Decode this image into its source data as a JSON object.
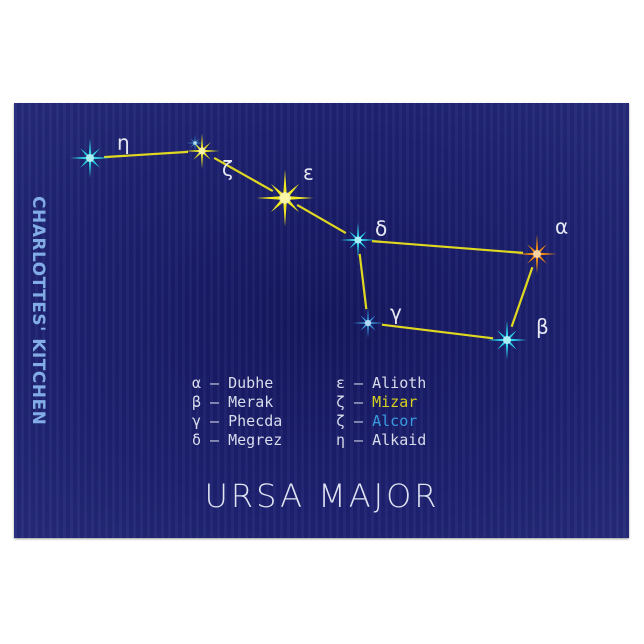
{
  "side_text": "CHARLOTTES' KITCHEN",
  "title": "URSA MAJOR",
  "stars": [
    {
      "greek": "η",
      "name": "Alkaid",
      "color": "#2ad4dc"
    },
    {
      "greek": "ζ",
      "name": "Mizar",
      "color": "#e8e020"
    },
    {
      "greek": "ζ",
      "name": "Alcor",
      "color": "#3aa4dc"
    },
    {
      "greek": "ε",
      "name": "Alioth",
      "color": "#f0e820"
    },
    {
      "greek": "δ",
      "name": "Megrez",
      "color": "#2ad4ec"
    },
    {
      "greek": "γ",
      "name": "Phecda",
      "color": "#3a9ce0"
    },
    {
      "greek": "β",
      "name": "Merak",
      "color": "#2ad4ec"
    },
    {
      "greek": "α",
      "name": "Dubhe",
      "color": "#f08a10"
    }
  ],
  "legend_left": [
    {
      "greek": "α",
      "name": "Dubhe"
    },
    {
      "greek": "β",
      "name": "Merak"
    },
    {
      "greek": "γ",
      "name": "Phecda"
    },
    {
      "greek": "δ",
      "name": "Megrez"
    }
  ],
  "legend_right": [
    {
      "greek": "ε",
      "name": "Alioth",
      "color": "#d8dcec"
    },
    {
      "greek": "ζ",
      "name": "Mizar",
      "color": "#d6d020"
    },
    {
      "greek": "ζ",
      "name": "Alcor",
      "color": "#3a9ce0"
    },
    {
      "greek": "η",
      "name": "Alkaid",
      "color": "#d8dcec"
    }
  ],
  "line_color": "#e0d820"
}
